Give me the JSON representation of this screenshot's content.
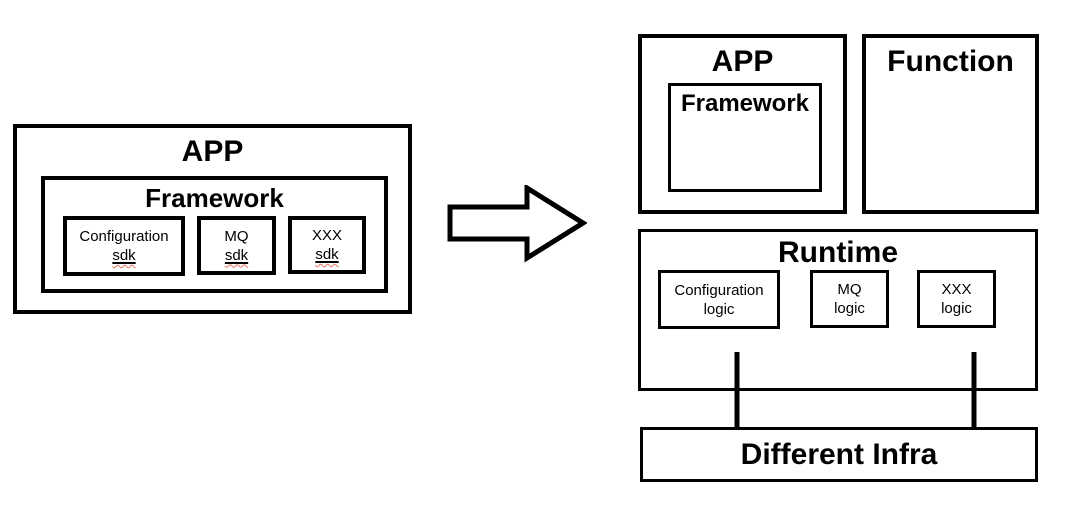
{
  "colors": {
    "line": "#000000",
    "squiggle": "#e8705f",
    "background": "#ffffff"
  },
  "left_diagram": {
    "app_title": "APP",
    "framework_title": "Framework",
    "sdk_boxes": [
      {
        "line1": "Configuration",
        "line2": "sdk"
      },
      {
        "line1": "MQ",
        "line2": "sdk"
      },
      {
        "line1": "XXX",
        "line2": "sdk"
      }
    ]
  },
  "right_diagram": {
    "app_title": "APP",
    "framework_title": "Framework",
    "function_title": "Function",
    "runtime_title": "Runtime",
    "logic_boxes": [
      {
        "line1": "Configuration",
        "line2": "logic"
      },
      {
        "line1": "MQ",
        "line2": "logic"
      },
      {
        "line1": "XXX",
        "line2": "logic"
      }
    ],
    "infra_title": "Different Infra"
  }
}
